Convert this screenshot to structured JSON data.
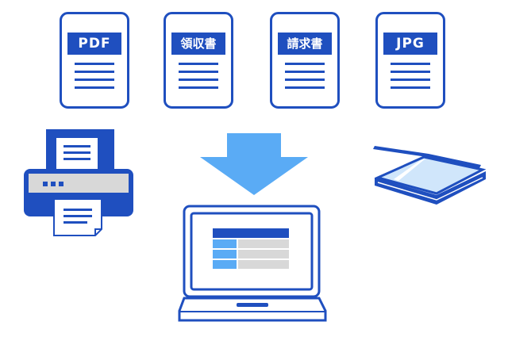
{
  "colors": {
    "primary": "#1f4fbf",
    "accent": "#5aabf5",
    "light": "#d0e6fb",
    "gray": "#d8d8d8",
    "background": "#ffffff"
  },
  "documents": [
    {
      "label": "PDF",
      "icon": "pdf-document-icon"
    },
    {
      "label": "領収書",
      "icon": "receipt-document-icon"
    },
    {
      "label": "請求書",
      "icon": "invoice-document-icon"
    },
    {
      "label": "JPG",
      "icon": "jpg-document-icon"
    }
  ],
  "devices": {
    "printer": {
      "icon": "printer-icon"
    },
    "scanner": {
      "icon": "flatbed-scanner-icon"
    },
    "laptop": {
      "icon": "laptop-icon"
    },
    "arrow": {
      "icon": "arrow-down-icon"
    }
  }
}
